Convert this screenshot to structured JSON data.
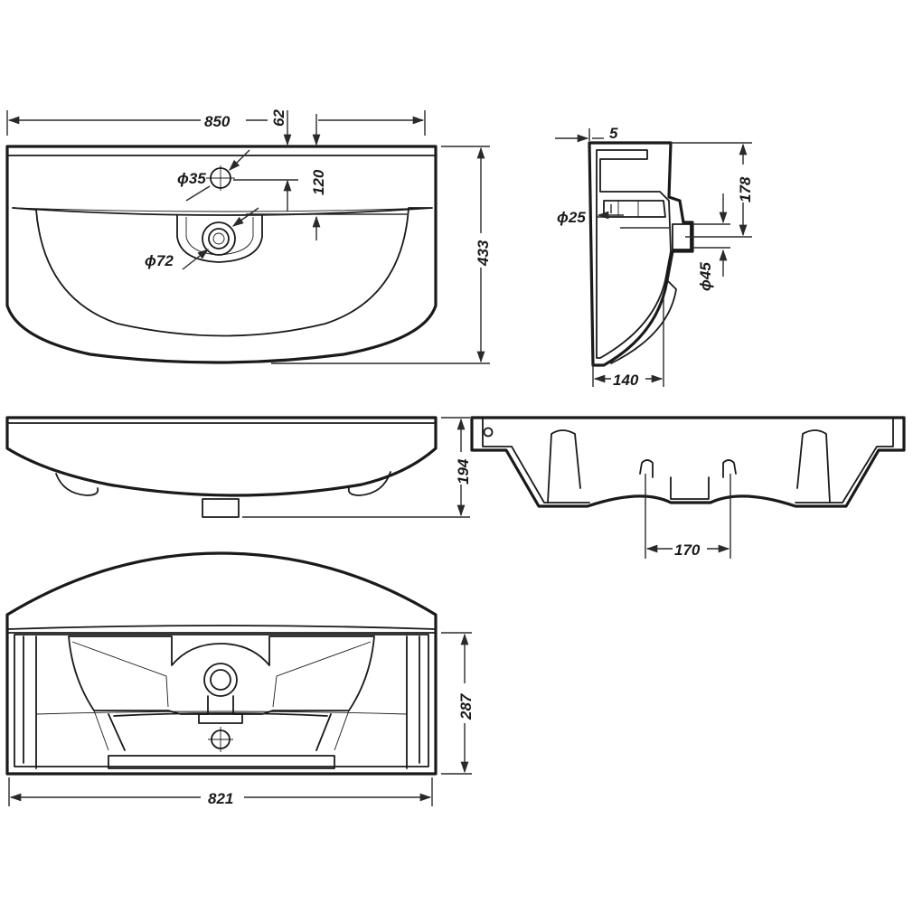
{
  "dimensions": {
    "width_top": "850",
    "offset_small": "62",
    "hole_tap": "ϕ35",
    "tap_offset": "120",
    "drain_hole": "ϕ72",
    "depth_top": "433",
    "rim_edge": "5",
    "side_height": "178",
    "overflow_hole": "ϕ25",
    "waste_hole": "ϕ45",
    "side_depth": "140",
    "front_height": "194",
    "bracket_spacing": "170",
    "bottom_height": "287",
    "width_bottom": "821"
  },
  "colors": {
    "line": "#1a1a1a",
    "background": "#ffffff"
  }
}
